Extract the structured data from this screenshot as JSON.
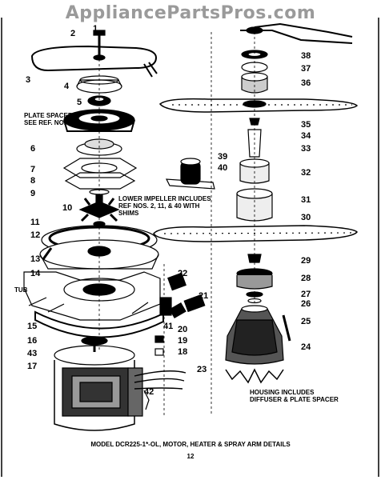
{
  "watermark": "AppliancePartsPros.com",
  "caption": "MODEL DCR225-1*-OL, MOTOR, HEATER & SPRAY ARM DETAILS",
  "page_number": "12",
  "notes": {
    "plate_spacer": "PLATE SPACER\nSEE REF. NO. 24",
    "lower_impeller": "LOWER IMPELLER INCLUDES\nREF NOS. 2, 11, & 40 WITH\nSHIMS",
    "tub": "TUB",
    "housing": "HOUSING INCLUDES\nDIFFUSER & PLATE SPACER"
  },
  "callouts": [
    "1",
    "2",
    "3",
    "4",
    "5",
    "6",
    "7",
    "8",
    "9",
    "10",
    "11",
    "12",
    "13",
    "14",
    "15",
    "16",
    "17",
    "18",
    "19",
    "20",
    "21",
    "22",
    "23",
    "24",
    "25",
    "26",
    "27",
    "28",
    "29",
    "30",
    "31",
    "32",
    "33",
    "34",
    "35",
    "36",
    "37",
    "38",
    "39",
    "40",
    "41",
    "42",
    "43"
  ]
}
